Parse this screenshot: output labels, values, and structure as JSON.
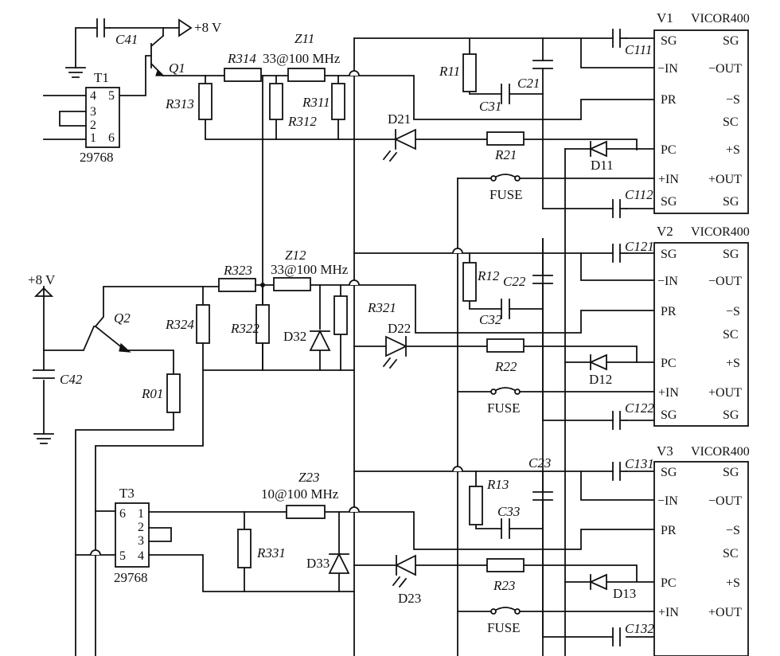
{
  "power": {
    "supply": "+8 V"
  },
  "labels": {
    "C41": "C41",
    "Q1": "Q1",
    "T1": "T1",
    "T1_part": "29768",
    "R313": "R313",
    "R314": "R314",
    "Z11": "Z11",
    "Z11_val": "33@100 MHz",
    "R312": "R312",
    "R311": "R311",
    "D21": "D21",
    "R11": "R11",
    "C21": "C21",
    "C31": "C31",
    "R21": "R21",
    "D11": "D11",
    "C111": "C111",
    "C112": "C112",
    "FUSE1": "FUSE",
    "Q2": "Q2",
    "C42": "C42",
    "R01": "R01",
    "R324": "R324",
    "R323": "R323",
    "Z12": "Z12",
    "Z12_val": "33@100 MHz",
    "R322": "R322",
    "D32": "D32",
    "R321": "R321",
    "D22": "D22",
    "R12": "R12",
    "C22": "C22",
    "C32": "C32",
    "R22": "R22",
    "D12": "D12",
    "C121": "C121",
    "C122": "C122",
    "FUSE2": "FUSE",
    "T3": "T3",
    "T3_part": "29768",
    "Z23": "Z23",
    "Z23_val": "10@100 MHz",
    "R331": "R331",
    "D33": "D33",
    "D23": "D23",
    "R13": "R13",
    "C23": "C23",
    "C33": "C33",
    "R23": "R23",
    "D13": "D13",
    "C131": "C131",
    "C132": "C132",
    "FUSE3": "FUSE"
  },
  "transformer_pins": {
    "t1": [
      "4",
      "5",
      "3",
      "2",
      "1",
      "6"
    ],
    "t3": [
      "6",
      "1",
      "2",
      "3",
      "5",
      "4"
    ]
  },
  "modules": [
    {
      "id": "V1",
      "model": "VICOR400",
      "left": [
        "SG",
        "−IN",
        "PR",
        "PC",
        "+IN",
        "SG"
      ],
      "right": [
        "SG",
        "−OUT",
        "−S",
        "SC",
        "+S",
        "+OUT",
        "SG"
      ]
    },
    {
      "id": "V2",
      "model": "VICOR400",
      "left": [
        "SG",
        "−IN",
        "PR",
        "PC",
        "+IN",
        "SG"
      ],
      "right": [
        "SG",
        "−OUT",
        "−S",
        "SC",
        "+S",
        "+OUT",
        "SG"
      ]
    },
    {
      "id": "V3",
      "model": "VICOR400",
      "left": [
        "SG",
        "−IN",
        "PR",
        "PC",
        "+IN"
      ],
      "right": [
        "SG",
        "−OUT",
        "−S",
        "SC",
        "+S",
        "+OUT"
      ]
    }
  ]
}
